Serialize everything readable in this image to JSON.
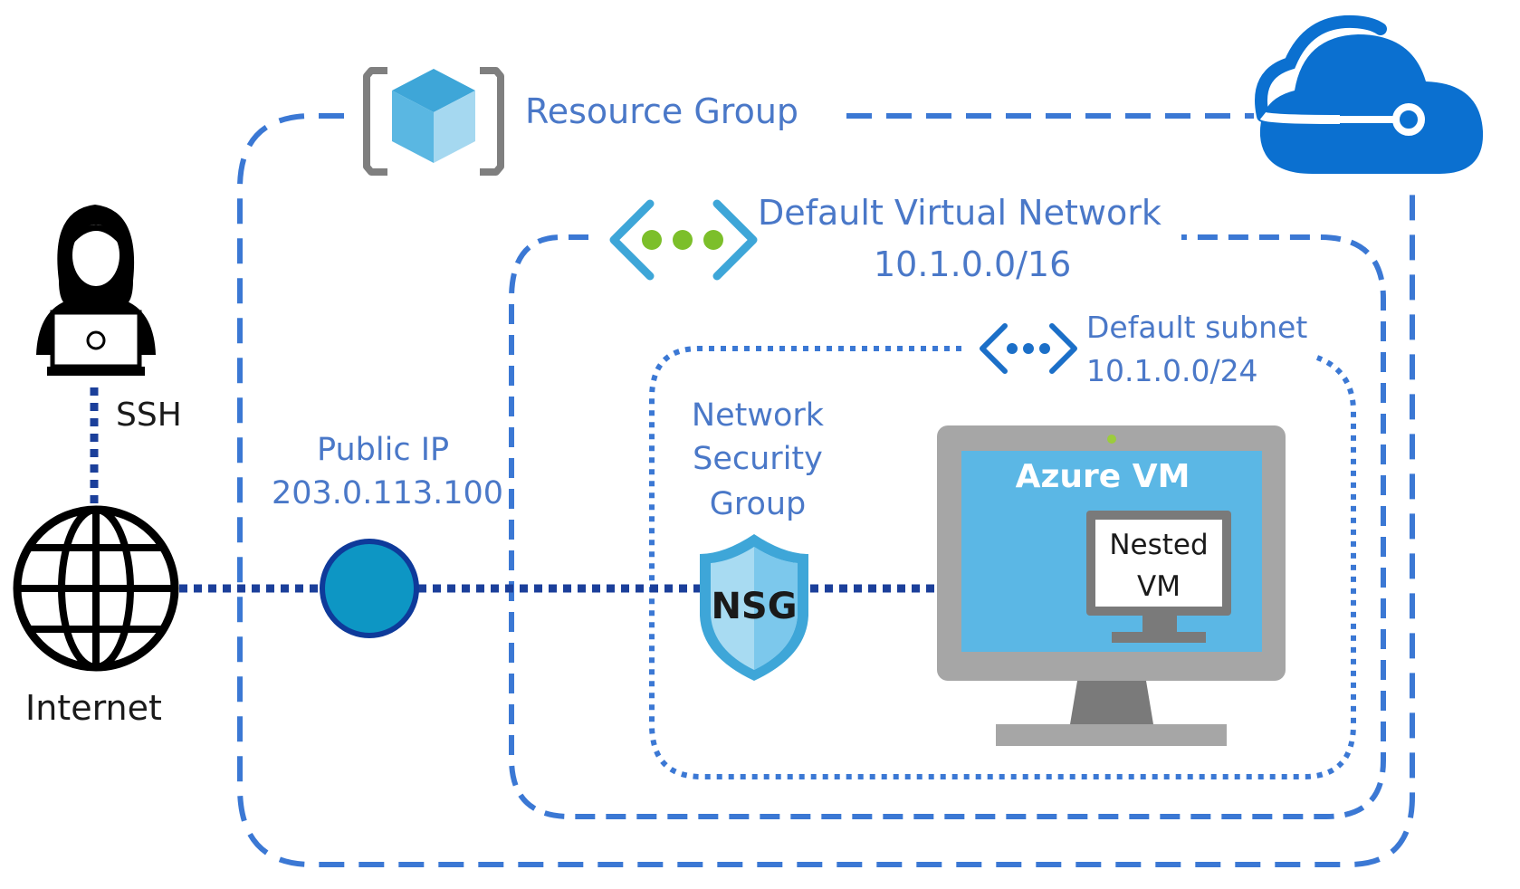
{
  "resource_group": {
    "label": "Resource Group",
    "icon": "resource-group-cube-icon"
  },
  "cloud": {
    "icon": "azure-cloud-icon"
  },
  "virtual_network": {
    "label": "Default Virtual Network",
    "cidr": "10.1.0.0/16",
    "icon": "virtual-network-icon"
  },
  "subnet": {
    "label": "Default subnet",
    "cidr": "10.1.0.0/24",
    "icon": "subnet-icon"
  },
  "nsg": {
    "label_line1": "Network",
    "label_line2": "Security",
    "label_line3": "Group",
    "badge": "NSG",
    "icon": "shield-icon"
  },
  "public_ip": {
    "label": "Public IP",
    "address": "203.0.113.100"
  },
  "user": {
    "connection": "SSH",
    "icon": "user-laptop-icon"
  },
  "internet": {
    "label": "Internet",
    "icon": "globe-icon"
  },
  "vm": {
    "title": "Azure VM",
    "nested_line1": "Nested",
    "nested_line2": "VM",
    "icon": "monitor-icon"
  },
  "colors": {
    "label_blue": "#4a78c8",
    "dashed_border": "#3b78d4",
    "link_navy": "#1b3f9a",
    "public_ip_fill": "#0d96c4",
    "vnet_green": "#7cbf2a",
    "vm_screen": "#5bb7e5",
    "monitor_gray": "#a6a6a6",
    "cloud_blue": "#0b70d0"
  }
}
